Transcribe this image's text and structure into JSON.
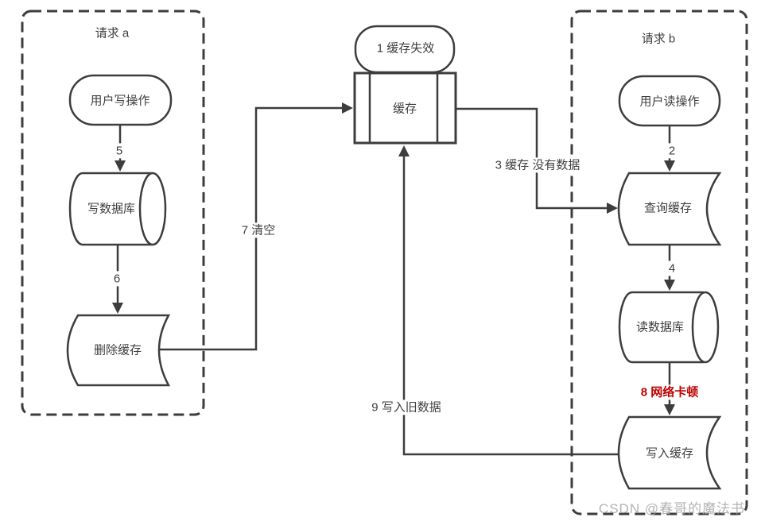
{
  "colors": {
    "stroke": "#3d3d3d",
    "text": "#3f3f3f",
    "warning": "#c00000",
    "watermark": "#a6a6a6"
  },
  "groups": {
    "request_a": {
      "title": "请求 a"
    },
    "request_b": {
      "title": "请求 b"
    }
  },
  "nodes": {
    "cache_invalid": "1  缓存失效",
    "cache": "缓存",
    "user_write": "用户写操作",
    "write_db": "写数据库",
    "delete_cache": "删除缓存",
    "user_read": "用户读操作",
    "query_cache": "查询缓存",
    "read_db": "读数据库",
    "write_cache": "写入缓存"
  },
  "edges": {
    "step5": "5",
    "step6": "6",
    "step7": "7 清空",
    "step2": "2",
    "step4": "4",
    "step3": "3 缓存 没有数据",
    "step8": "8 网络卡顿",
    "step9": "9 写入旧数据"
  },
  "watermark": "CSDN @春哥的魔法书"
}
